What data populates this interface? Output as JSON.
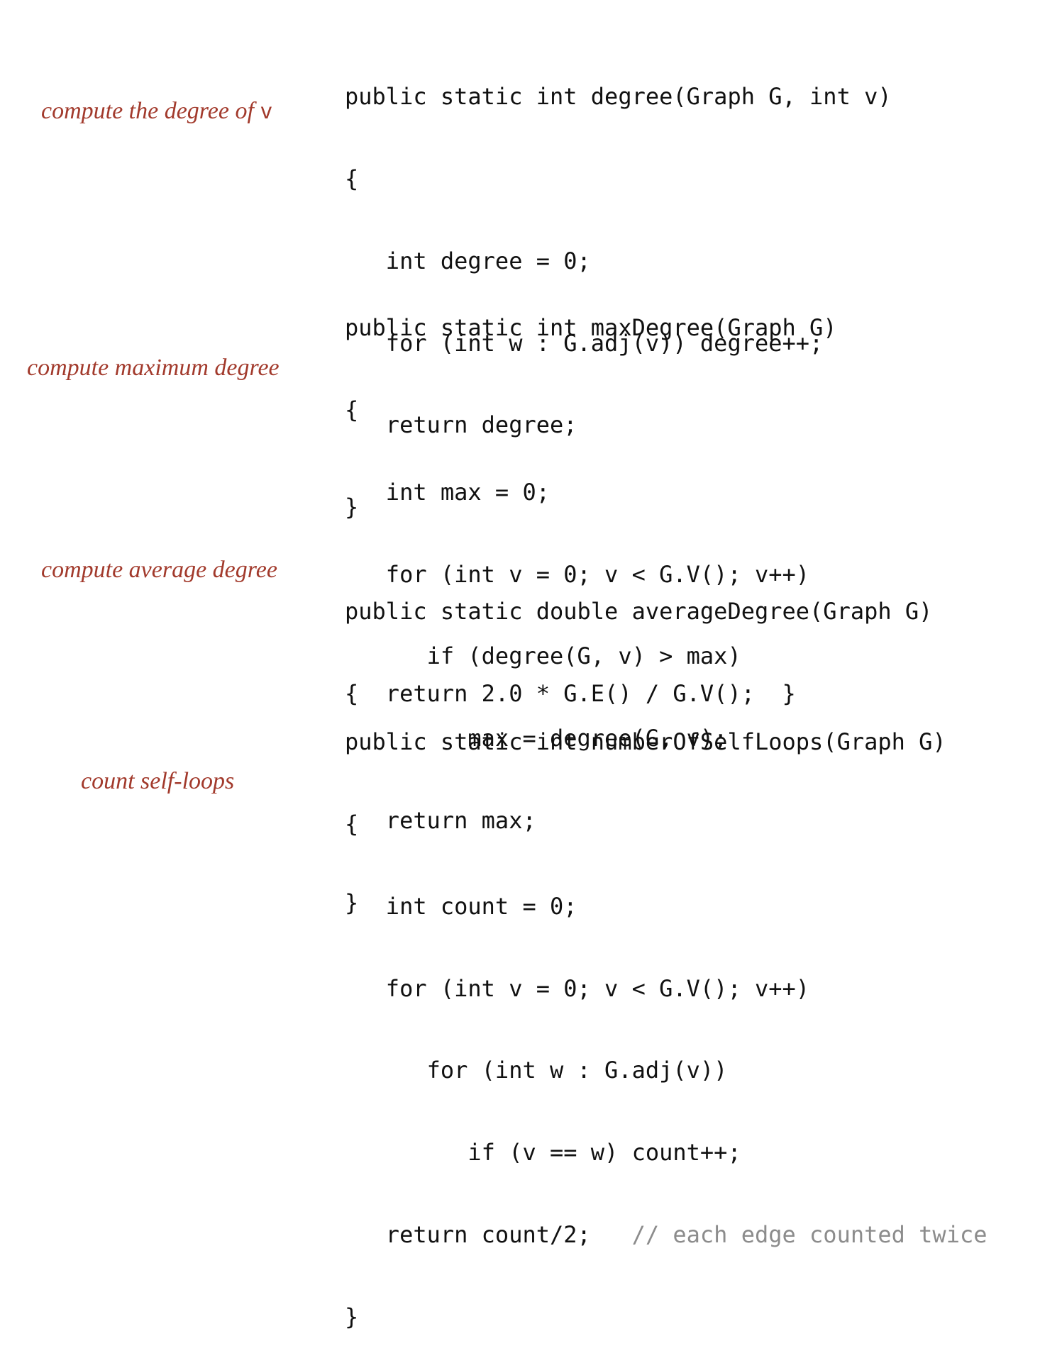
{
  "sections": [
    {
      "label": "compute the degree of ",
      "label_var": "v",
      "lines": [
        "public static int degree(Graph G, int v)",
        "{",
        "   int degree = 0;",
        "   for (int w : G.adj(v)) degree++;",
        "   return degree;",
        "}"
      ]
    },
    {
      "label": "compute maximum degree",
      "lines": [
        "public static int maxDegree(Graph G)",
        "{",
        "   int max = 0;",
        "   for (int v = 0; v < G.V(); v++)",
        "      if (degree(G, v) > max)",
        "         max = degree(G, v);",
        "   return max;",
        "}"
      ]
    },
    {
      "label": "compute average degree",
      "lines": [
        "public static double averageDegree(Graph G)",
        "{  return 2.0 * G.E() / G.V();  }"
      ]
    },
    {
      "label": "count self-loops",
      "lines": [
        "public static int numberOfSelfLoops(Graph G)",
        "{",
        "   int count = 0;",
        "   for (int v = 0; v < G.V(); v++)",
        "      for (int w : G.adj(v))",
        "         if (v == w) count++;",
        "   return count/2;   ",
        "}"
      ],
      "comment": "// each edge counted twice"
    }
  ]
}
